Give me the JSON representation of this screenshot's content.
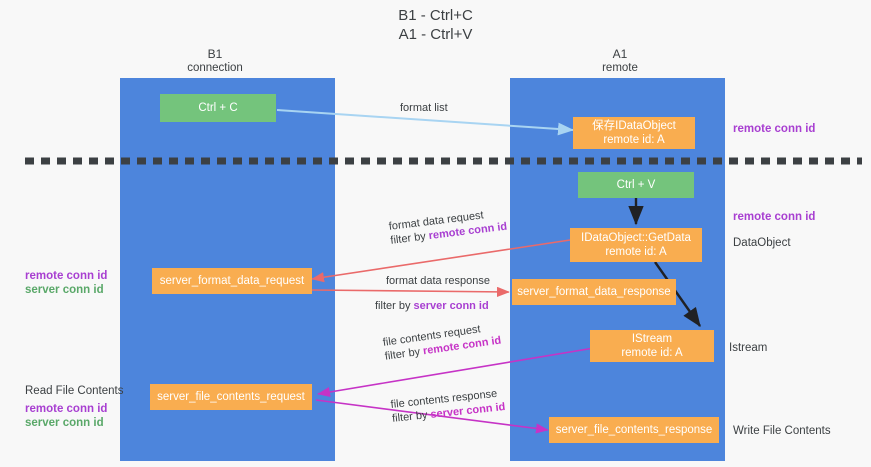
{
  "title": {
    "line1": "B1 - Ctrl+C",
    "line2": "A1 - Ctrl+V"
  },
  "columns": {
    "left": {
      "name": "B1",
      "role": "connection"
    },
    "right": {
      "name": "A1",
      "role": "remote"
    }
  },
  "colors": {
    "lane": "#4d85dc",
    "node_green": "#74c47c",
    "node_orange": "#f9ad50",
    "purple": "#a83fd1",
    "green_text": "#5aa869",
    "magenta": "#c633c6",
    "arrow_red": "#ea6a6a",
    "arrow_lightblue": "#a8d4f2",
    "arrow_black": "#202124",
    "background": "#f8f8f8"
  },
  "nodes": {
    "ctrl_c": "Ctrl + C",
    "save_idataobject_line1": "保存IDataObject",
    "save_idataobject_line2": "remote id: A",
    "ctrl_v": "Ctrl + V",
    "getdata_line1": "IDataObject::GetData",
    "getdata_line2": "remote id: A",
    "server_format_data_request": "server_format_data_request",
    "server_format_data_response": "server_format_data_response",
    "istream_line1": "IStream",
    "istream_line2": "remote id: A",
    "server_file_contents_request": "server_file_contents_request",
    "server_file_contents_response": "server_file_contents_response"
  },
  "edge_labels": {
    "format_list": "format list",
    "format_data_request": "format data request",
    "format_data_request_filter_prefix": "filter by ",
    "format_data_request_filter_key": "remote conn id",
    "format_data_response": "format data response",
    "format_data_response_filter_prefix": "filter by ",
    "format_data_response_filter_key": "server conn id",
    "file_contents_request": "file contents request",
    "file_contents_request_filter_prefix": "filter by ",
    "file_contents_request_filter_key": "remote conn id",
    "file_contents_response": "file contents response",
    "file_contents_response_filter_prefix": "filter by ",
    "file_contents_response_filter_key": "server conn id"
  },
  "side_labels": {
    "right_top_remote_conn_id": "remote conn id",
    "right_mid_remote_conn_id": "remote conn id",
    "right_dataobject": "DataObject",
    "right_istream": "Istream",
    "right_write_file_contents": "Write File Contents",
    "left_remote_conn_id_mid": "remote conn id",
    "left_server_conn_id_mid": "server conn id",
    "left_read_file_contents": "Read File Contents",
    "left_remote_conn_id_bottom": "remote conn id",
    "left_server_conn_id_bottom": "server conn id"
  }
}
